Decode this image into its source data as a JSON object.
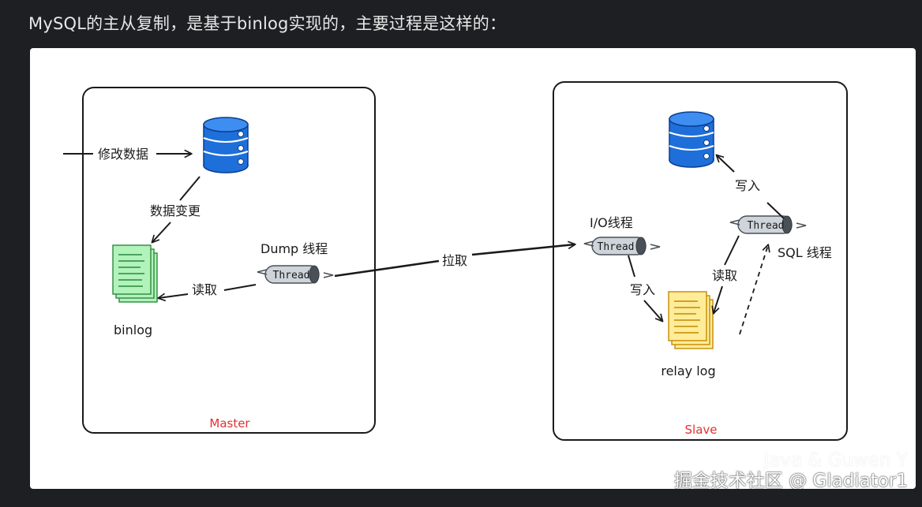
{
  "heading": "MySQL的主从复制，是基于binlog实现的，主要过程是这样的：",
  "diagram": {
    "master": {
      "title": "Master",
      "modify_label": "修改数据",
      "change_label": "数据变更",
      "binlog_label": "binlog",
      "dump_label": "Dump 线程",
      "read_label": "读取",
      "thread_label": "Thread"
    },
    "pull_label": "拉取",
    "slave": {
      "title": "Slave",
      "io_label": "I/O线程",
      "io_thread_label": "Thread",
      "write_label_1": "写入",
      "relay_label": "relay log",
      "read_label": "读取",
      "sql_thread_label": "Thread",
      "sql_label": "SQL 线程",
      "write_label_2": "写入"
    },
    "colors": {
      "db": "#1e6fd9",
      "binlog": "#b2f2bb",
      "relaylog": "#ffec99",
      "thread": "#ced4da",
      "box_title": "#e03131"
    }
  },
  "watermark": {
    "line1": "Java & Guwen Y",
    "line2": "掘金技术社区 @ Gladiator1"
  }
}
